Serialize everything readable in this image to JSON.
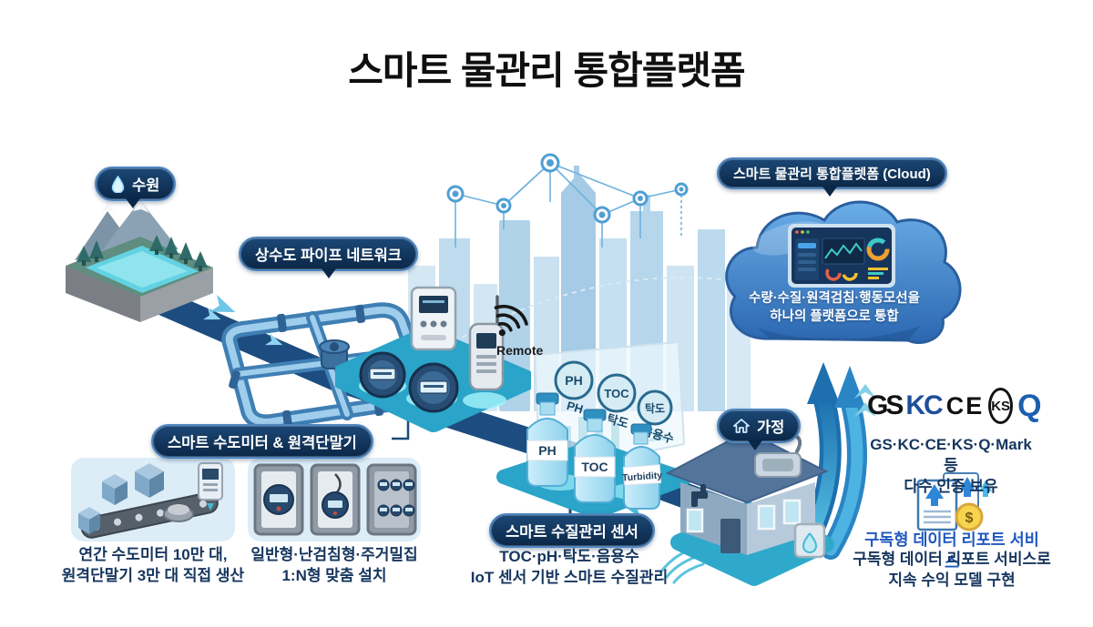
{
  "title": "스마트 물관리 통합플랫폼",
  "nodes": {
    "source": {
      "label": "수원"
    },
    "pipe_network": {
      "label": "상수도 파이프 네트워크"
    },
    "smart_meter": {
      "label": "스마트 수도미터 & 원격단말기"
    },
    "quality_sensor": {
      "label": "스마트 수질관리 센서"
    },
    "home": {
      "label": "가정"
    },
    "cloud_platform": {
      "label": "스마트 물관리 통합플렛폼 (Cloud)"
    }
  },
  "cloud": {
    "desc1": "수량·수질·원격검침·행동모선을",
    "desc2": "하나의 플랫폼으로 통합"
  },
  "meters": {
    "remote_label": "Remote"
  },
  "production": {
    "caption1": "연간 수도미터 10만 대,",
    "caption2": "원격단말기 3만 대 직접 생산"
  },
  "installation": {
    "caption1": "일반형·난검침형·주거밀집",
    "caption2": "1:N형 맞춤 설치"
  },
  "sensor": {
    "caption1": "TOC·pH·탁도·음용수",
    "caption2": "IoT 센서 기반 스마트 수질관리",
    "bottles": [
      "PH",
      "TOC",
      "Turbidity"
    ],
    "board": [
      {
        "circle": "PH",
        "label": "PH"
      },
      {
        "circle": "TOC",
        "label": "탁도"
      },
      {
        "circle": "탁도",
        "label": "음용수"
      }
    ]
  },
  "certification": {
    "marks": [
      "GS",
      "KC",
      "CE",
      "KS",
      "Q"
    ],
    "caption1": "GS·KC·CE·KS·Q·Mark 등",
    "caption2": "다수 인증 보유"
  },
  "report": {
    "heading": "구독형 데이터 리포트 서비스",
    "caption1": "구독형 데이터 리포트 서비스로",
    "caption2": "지속 수익 모델 구현",
    "coin": "$"
  },
  "colors": {
    "bubble_navy": "#0b2747",
    "flow_blue": "#1d4d80",
    "arrow_light": "#8fd4ef",
    "platform_teal": "#2aa6c9",
    "cloud_blue": "#3c7fc2",
    "heading_blue": "#1f58c0",
    "text_navy": "#16365e"
  }
}
